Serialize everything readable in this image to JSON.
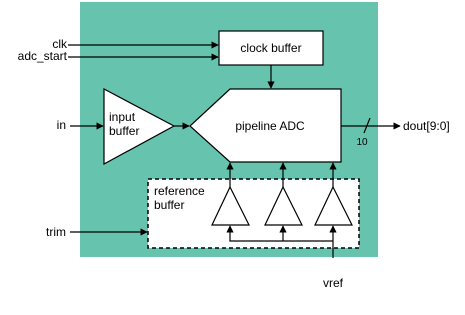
{
  "colors": {
    "module_fill": "#66c3ad",
    "block_fill": "#ffffff",
    "stroke": "#000000"
  },
  "ports": {
    "clk": "clk",
    "adc_start": "adc_start",
    "in": "in",
    "trim": "trim",
    "vref": "vref",
    "dout": "dout[9:0]"
  },
  "blocks": {
    "clock_buffer": "clock buffer",
    "input_buffer_line1": "input",
    "input_buffer_line2": "buffer",
    "pipeline_adc": "pipeline ADC",
    "reference_buffer_line1": "reference",
    "reference_buffer_line2": "buffer"
  },
  "bus_width": "10"
}
